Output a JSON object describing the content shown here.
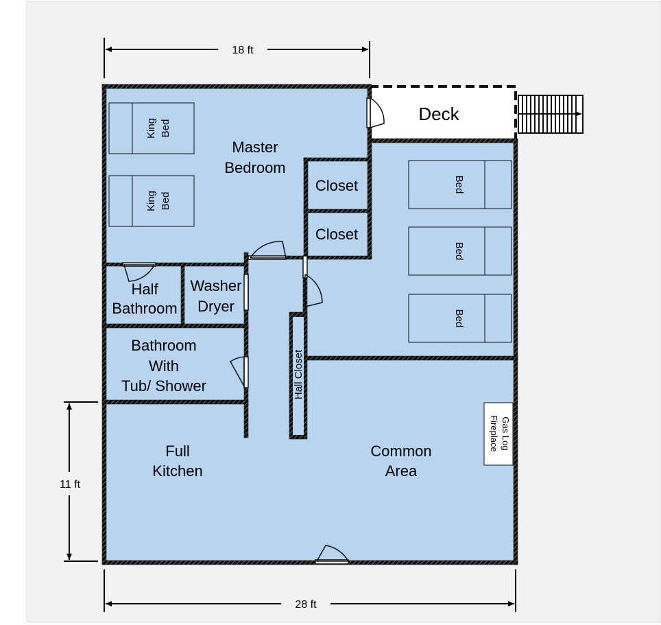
{
  "dimensions": {
    "top_width": "18 ft",
    "left_height": "11 ft",
    "bottom_width": "28 ft"
  },
  "rooms": {
    "deck": "Deck",
    "master_bedroom": [
      "Master",
      "Bedroom"
    ],
    "closet_1": "Closet",
    "closet_2": "Closet",
    "half_bathroom": [
      "Half",
      "Bathroom"
    ],
    "washer_dryer": [
      "Washer",
      "Dryer"
    ],
    "bathroom": [
      "Bathroom",
      "With",
      "Tub/ Shower"
    ],
    "hall_closet": "Hall Closet",
    "full_kitchen": [
      "Full",
      "Kitchen"
    ],
    "common_area": [
      "Common",
      "Area"
    ]
  },
  "furniture": {
    "king_bed_1": [
      "King",
      "Bed"
    ],
    "king_bed_2": [
      "King",
      "Bed"
    ],
    "bed_1": "Bed",
    "bed_2": "Bed",
    "bed_3": "Bed",
    "fireplace": [
      "Gas Log",
      "Fireplace"
    ]
  },
  "colors": {
    "floor": "#b8d4ee",
    "wall": "#1a1a1a",
    "page_background": "#f2f2f2"
  }
}
